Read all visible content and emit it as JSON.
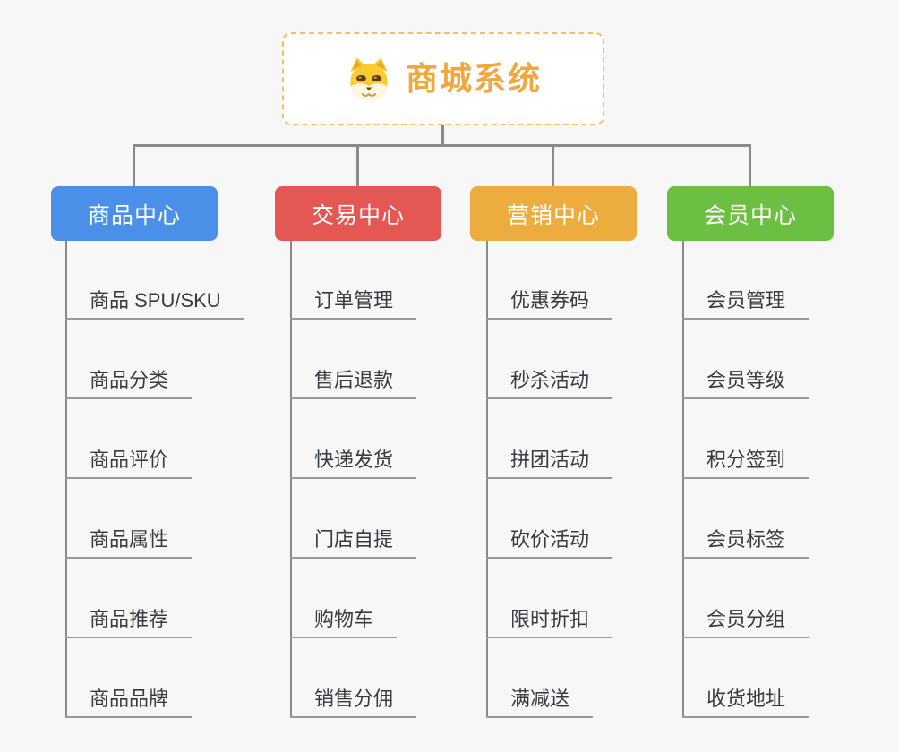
{
  "root": {
    "title": "商城系统",
    "icon": "shiba-dog-icon"
  },
  "branches": [
    {
      "label": "商品中心",
      "color": "#4A90E8",
      "items": [
        "商品 SPU/SKU",
        "商品分类",
        "商品评价",
        "商品属性",
        "商品推荐",
        "商品品牌"
      ]
    },
    {
      "label": "交易中心",
      "color": "#E45752",
      "items": [
        "订单管理",
        "售后退款",
        "快递发货",
        "门店自提",
        "购物车",
        "销售分佣"
      ]
    },
    {
      "label": "营销中心",
      "color": "#EDAC3E",
      "items": [
        "优惠券码",
        "秒杀活动",
        "拼团活动",
        "砍价活动",
        "限时折扣",
        "满减送"
      ]
    },
    {
      "label": "会员中心",
      "color": "#6DBF44",
      "items": [
        "会员管理",
        "会员等级",
        "积分签到",
        "会员标签",
        "会员分组",
        "收货地址"
      ]
    }
  ],
  "colors": {
    "background": "#F7F7F7",
    "connector": "#8A8A8A",
    "underline": "#9A9A9A",
    "root_border": "#F6BF66",
    "root_title": "#EFA73E",
    "leaf_text": "#373B41",
    "branch_text": "#FFFFFF"
  }
}
